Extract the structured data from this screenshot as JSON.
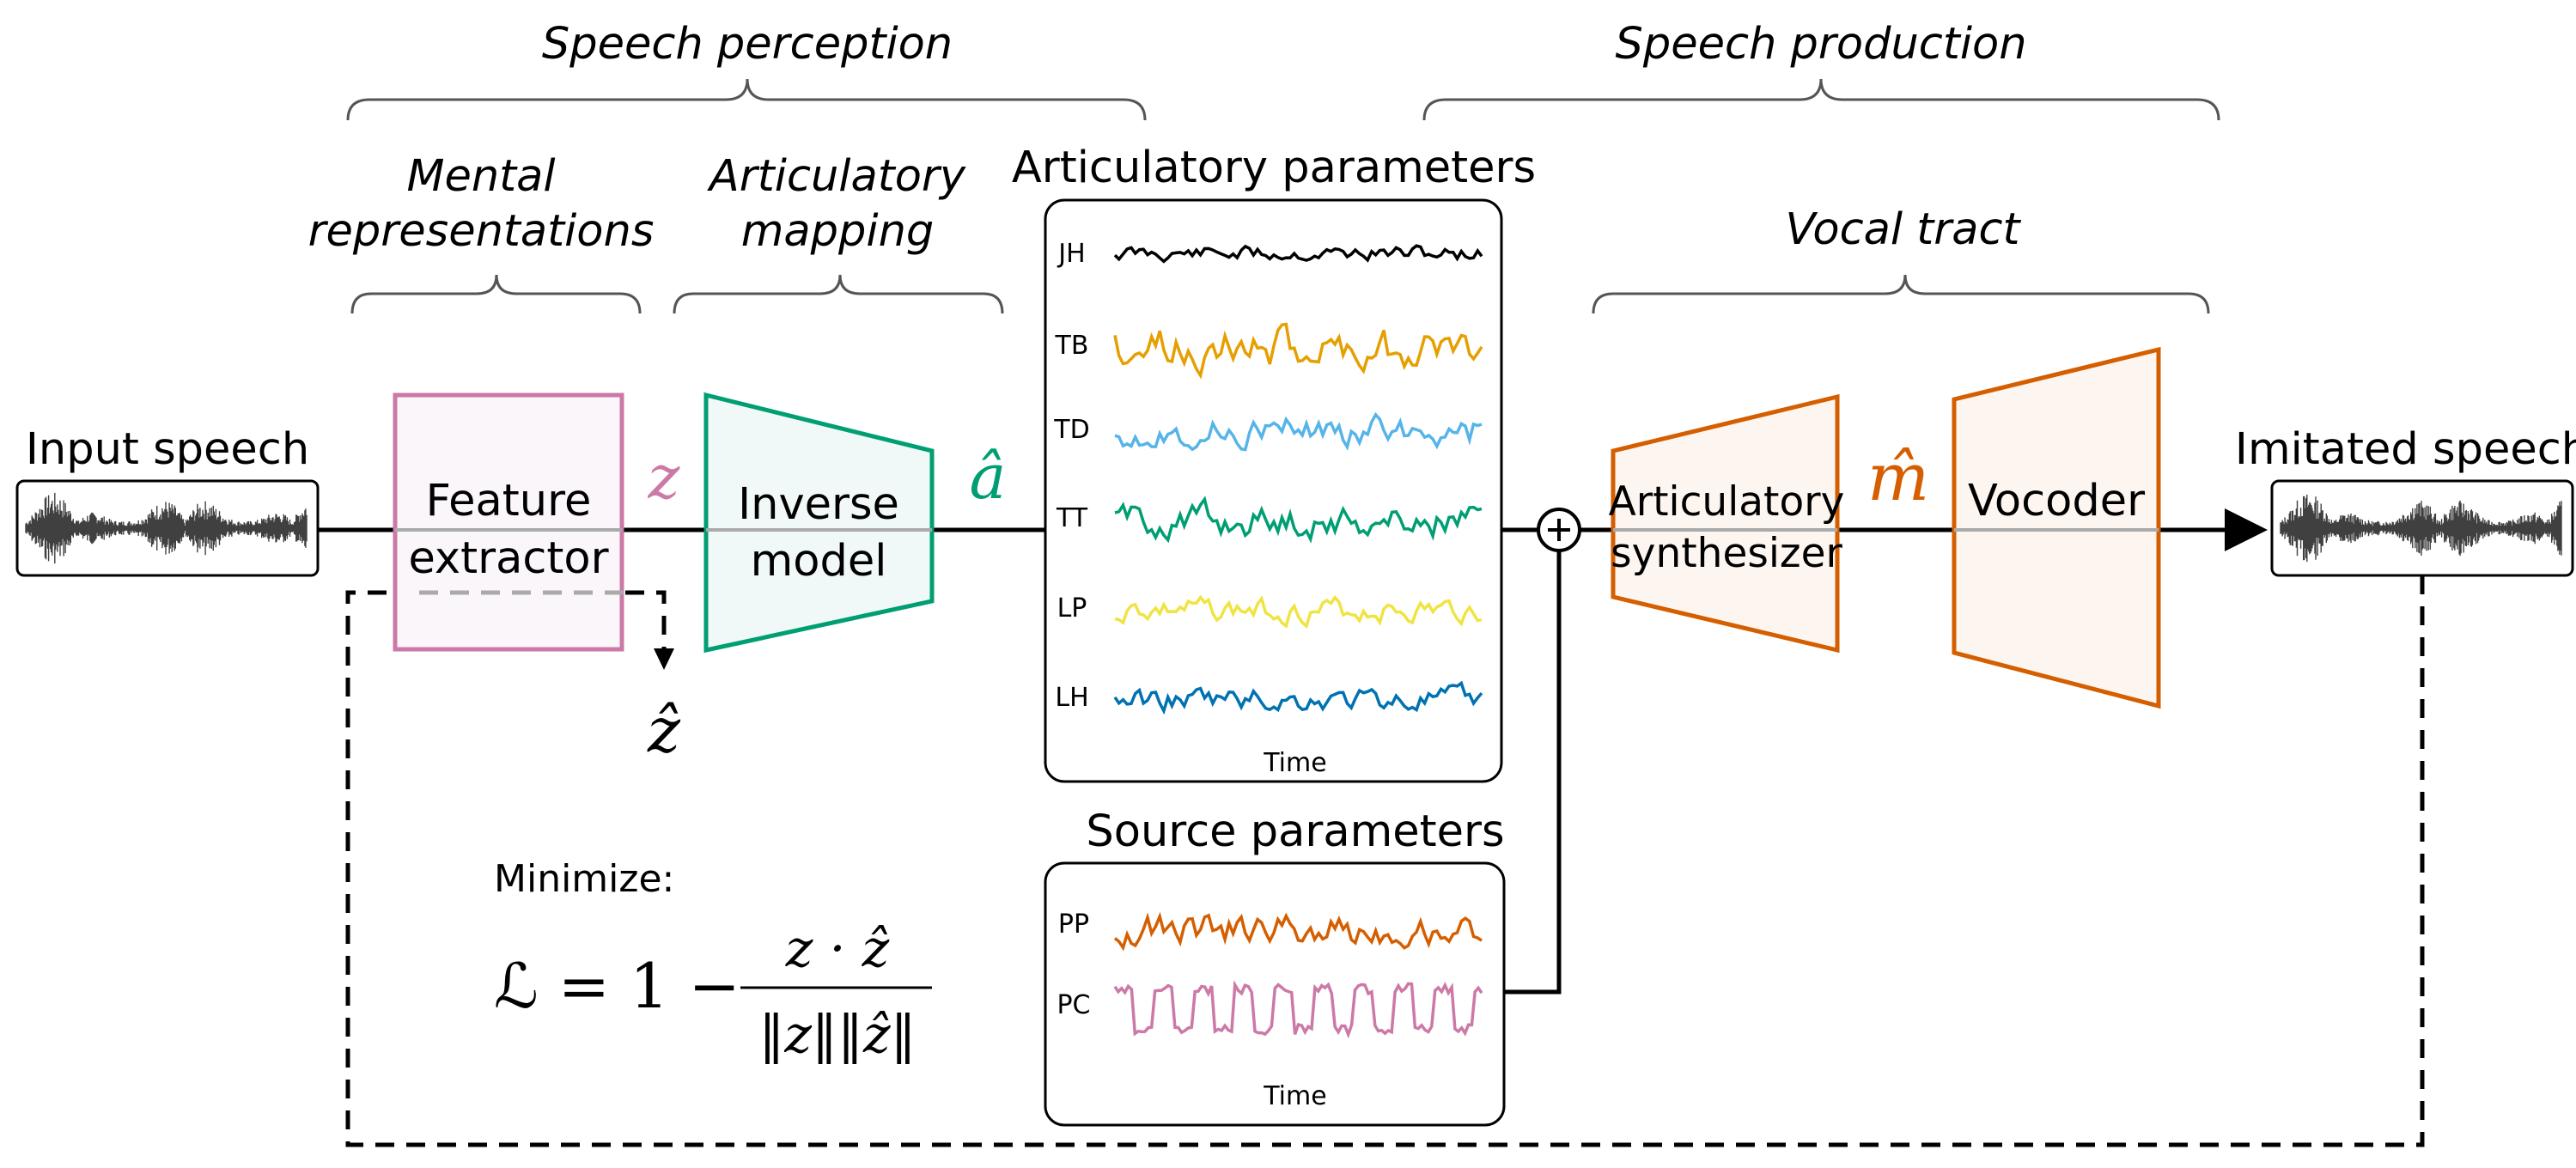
{
  "sections": {
    "speech_perception": "Speech perception",
    "speech_production": "Speech production",
    "mental_representations": [
      "Mental",
      "representations"
    ],
    "articulatory_mapping": [
      "Articulatory",
      "mapping"
    ],
    "vocal_tract": "Vocal tract"
  },
  "io": {
    "input_speech": "Input speech",
    "imitated_speech": "Imitated speech"
  },
  "blocks": {
    "feature_extractor": [
      "Feature",
      "extractor"
    ],
    "inverse_model": [
      "Inverse",
      "model"
    ],
    "articulatory_synthesizer": [
      "Articulatory",
      "synthesizer"
    ],
    "vocoder": "Vocoder"
  },
  "variables": {
    "z": "z",
    "z_hat": "ẑ",
    "a_hat": "â",
    "m_hat": "m̂"
  },
  "articulatory_panel": {
    "title": "Articulatory parameters",
    "channels": [
      "JH",
      "TB",
      "TD",
      "TT",
      "LP",
      "LH"
    ],
    "x_label": "Time"
  },
  "source_panel": {
    "title": "Source parameters",
    "channels": [
      "PP",
      "PC"
    ],
    "x_label": "Time"
  },
  "objective": {
    "label": "Minimize:",
    "lhs": "ℒ = 1 −",
    "numerator": "z · ẑ",
    "denominator": "‖z‖‖ẑ‖"
  },
  "colors": {
    "feature_extractor": "#cc79a7",
    "inverse_model": "#009e73",
    "synthesis": "#d55e00",
    "JH": "#000000",
    "TB": "#e69f00",
    "TD": "#56b4e9",
    "TT": "#009e73",
    "LP": "#f0e442",
    "LH": "#0072b2",
    "PP": "#d55e00",
    "PC": "#cc79a7"
  }
}
